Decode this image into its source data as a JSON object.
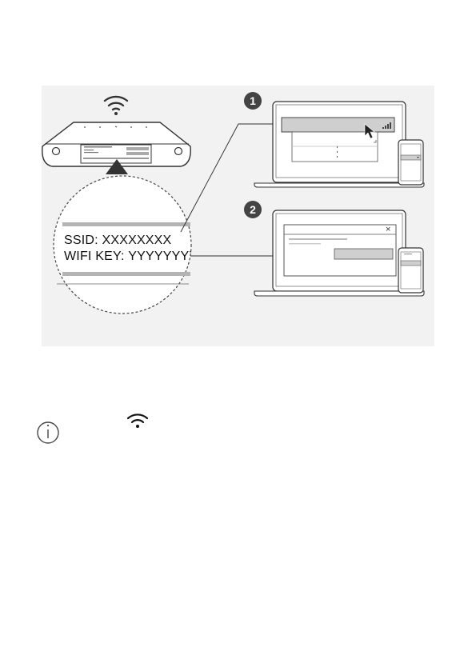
{
  "figure": {
    "steps": [
      "1",
      "2"
    ],
    "ssid_label": "SSID",
    "ssid_value": "XXXXXXXX",
    "wifi_key_label": "WIFI KEY",
    "wifi_key_value": "YYYYYYYY",
    "dialog_close": "×",
    "icons": [
      "wifi-icon",
      "router-device",
      "laptop",
      "phone",
      "cursor-icon",
      "signal-icon"
    ]
  },
  "note": {
    "icons": [
      "info-icon",
      "wifi-icon"
    ]
  },
  "colors": {
    "panel_bg": "#f2f2f2",
    "line": "#333333",
    "bar": "#b4b4b4",
    "badge": "#444444"
  }
}
